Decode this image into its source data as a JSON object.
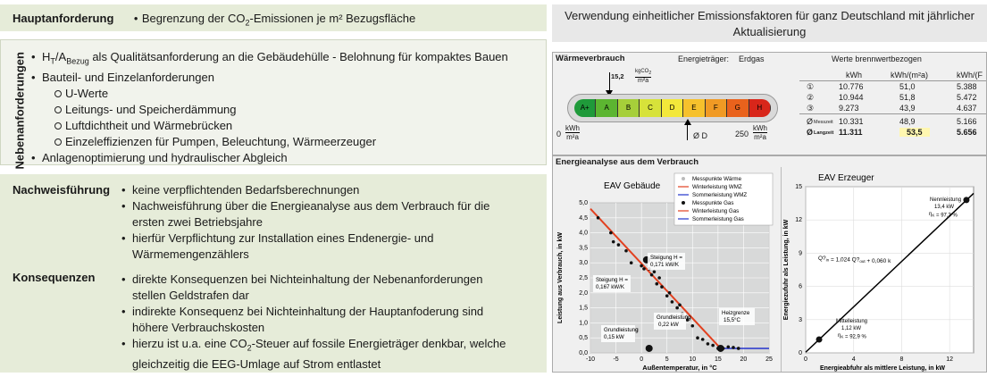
{
  "left": {
    "top_box": {
      "title": "Hauptanforderung",
      "text_pre": "Begrenzung der CO",
      "text_sub": "2",
      "text_post": "-Emissionen je m² Bezugsfläche"
    },
    "neben": {
      "label": "Nebenanforderungen",
      "item1": {
        "h": "H",
        "t_sub": "T",
        "slash": "/A",
        "bez_sub": "Bezug",
        "rest": " als Qualitätsanforderung an die Gebäudehülle - Belohnung für kompaktes Bauen"
      },
      "item2": "Bauteil- und Einzelanforderungen",
      "subitems": [
        "U-Werte",
        "Leitungs- und Speicherdämmung",
        "Luftdichtheit und Wärmebrücken",
        "Einzeleffizienzen für Pumpen, Beleuchtung, Wärmeerzeuger"
      ],
      "item3": "Anlagenoptimierung und hydraulischer Abgleich"
    },
    "nachweis": {
      "title": "Nachweisführung",
      "items": [
        "keine verpflichtenden Bedarfsberechnungen",
        "Nachweisführung über die Energieanalyse aus dem Verbrauch für die",
        "ersten zwei Betriebsjahre",
        "hierfür Verpflichtung zur Installation eines Endenergie- und",
        "Wärmemengenzählers"
      ]
    },
    "konsequenzen": {
      "title": "Konsequenzen",
      "items": [
        "direkte Konsequenzen bei Nichteinhaltung der Nebenanforderungen",
        "stellen Geldstrafen dar",
        "indirekte Konsequenz bei Nichteinhaltung der Hauptanfoderung sind",
        "höhere Verbrauchskosten"
      ],
      "last_pre": "hierzu ist u.a. eine CO",
      "last_sub": "2",
      "last_post": "-Steuer auf fossile Energieträger denkbar, welche",
      "last2": "gleichzeitig die EEG-Umlage auf Strom entlastet"
    }
  },
  "right": {
    "header_line1": "Verwendung einheitlicher Emissionsfaktoren für ganz Deutschland  mit jährlicher",
    "header_line2": "Aktualisierung",
    "waerme": {
      "title": "Wärmeverbrauch",
      "traeger_label": "Energieträger:",
      "traeger": "Erdgas",
      "wertebasis": "Werte brennwertbezogen",
      "scale_labels": [
        "A+",
        "A",
        "B",
        "C",
        "D",
        "E",
        "F",
        "G",
        "H"
      ],
      "scale_colors": [
        "#1f9a3a",
        "#5cb531",
        "#a6cf3a",
        "#d7e23a",
        "#f3e83a",
        "#f6c12c",
        "#f09a24",
        "#e9621c",
        "#d8261a"
      ],
      "marker_top": "15,2",
      "unit_top_num": "kgCO",
      "unit_top_sub": "2",
      "unit_top_den": "m²a",
      "scale_min": "0",
      "scale_max": "250",
      "unit_num": "kWh",
      "unit_den": "m²a",
      "avg_label": "Ø D",
      "table": {
        "headers": [
          "kWh",
          "kWh/(m²a)",
          "kWh/(F"
        ],
        "rows": [
          {
            "label": "①",
            "c1": "10.776",
            "c2": "51,0",
            "c3": "5.388"
          },
          {
            "label": "②",
            "c1": "10.944",
            "c2": "51,8",
            "c3": "5.472"
          },
          {
            "label": "③",
            "c1": "9.273",
            "c2": "43,9",
            "c3": "4.637"
          },
          {
            "label": "Ø",
            "sub": "Messzeit",
            "c1": "10.331",
            "c2": "48,9",
            "c3": "5.166"
          },
          {
            "label": "Ø",
            "sub": "Langzeit",
            "c1": "11.311",
            "c2": "53,5",
            "c3": "5.656"
          }
        ]
      }
    },
    "energie_title": "Energieanalyse aus dem Verbrauch"
  },
  "chart_data": [
    {
      "type": "scatter",
      "title": "EAV Gebäude",
      "xlabel": "Außentemperatur, in °C",
      "ylabel": "Leistung aus Verbrauch, in kW",
      "xlim": [
        -10,
        25
      ],
      "ylim": [
        0,
        5
      ],
      "xticks": [
        "-10",
        "-5",
        "0",
        "5",
        "10",
        "15",
        "20",
        "25"
      ],
      "yticks": [
        "0,0",
        "0,5",
        "1,0",
        "1,5",
        "2,0",
        "2,5",
        "3,0",
        "3,5",
        "4,0",
        "4,5",
        "5,0"
      ],
      "legend": [
        "Messpunkte Wärme",
        "Winterleistung WMZ",
        "Sommerleistung WMZ",
        "Messpunkte Gas",
        "Winterleistung Gas",
        "Sommerleistung Gas"
      ],
      "annotations": [
        "Steigung H =",
        "0,171 kW/K",
        "Steigung H =",
        "0,167 kW/K",
        "Grundleistung",
        "0,22 kW",
        "Grundleistung",
        "0,15 kW",
        "Heizgrenze",
        "15,5°C"
      ],
      "series": [
        {
          "name": "Messpunkte Gas",
          "x": [
            -8.5,
            -6,
            -5.5,
            -4.5,
            -3,
            -2,
            0,
            0.5,
            1,
            1.5,
            2,
            2.5,
            3,
            3.5,
            4,
            5,
            5.5,
            6,
            7,
            7.5,
            8,
            9,
            10,
            11,
            12,
            13,
            14,
            15,
            16,
            17,
            18,
            19,
            15.5,
            1.5
          ],
          "y": [
            4.5,
            4.0,
            3.7,
            3.6,
            3.4,
            3.0,
            2.9,
            2.8,
            3.1,
            2.8,
            2.6,
            2.7,
            2.3,
            2.5,
            2.2,
            1.9,
            2.0,
            1.7,
            1.5,
            1.6,
            1.3,
            1.1,
            0.9,
            0.5,
            0.45,
            0.3,
            0.25,
            0.15,
            0.15,
            0.2,
            0.18,
            0.15,
            0.15,
            0.15
          ]
        },
        {
          "name": "Winterleistung Gas",
          "x": [
            -10,
            15.5
          ],
          "y": [
            4.8,
            0.15
          ]
        },
        {
          "name": "Sommerleistung Gas",
          "x": [
            15.5,
            25
          ],
          "y": [
            0.15,
            0.15
          ]
        }
      ]
    },
    {
      "type": "scatter",
      "title": "EAV Erzeuger",
      "xlabel": "Energieabfuhr als mittlere Leistung, in kW",
      "ylabel": "Energiezufuhr als Leistung, in kW",
      "xlim": [
        0,
        14
      ],
      "ylim": [
        0,
        15
      ],
      "xticks": [
        "0",
        "4",
        "8",
        "12"
      ],
      "yticks": [
        "0",
        "3",
        "6",
        "9",
        "12",
        "15"
      ],
      "annotations": [
        "Nennleistung",
        "13,4 kW",
        "η",
        "K",
        " = 97,3 %",
        "Q?",
        "in",
        " = 1,024 Q?",
        "out",
        " + 0,060 k",
        "Mittelleistung",
        "1,12 kW",
        "η",
        "K",
        " = 92,9 %"
      ],
      "series": [
        {
          "name": "",
          "x": [
            0,
            14
          ],
          "y": [
            0.06,
            14.4
          ]
        },
        {
          "name": "",
          "x": [
            13.4,
            1.12
          ],
          "y": [
            13.8,
            1.21
          ]
        }
      ]
    }
  ]
}
